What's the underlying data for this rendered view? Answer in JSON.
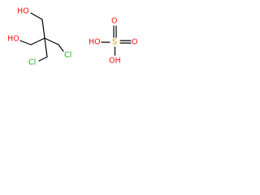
{
  "molecule_1": {
    "atoms": {
      "oh_top": "HO",
      "oh_left": "HO",
      "cl_right": "Cl",
      "cl_bottom": "Cl"
    }
  },
  "molecule_2": {
    "atoms": {
      "o_top": "O",
      "o_right": "O",
      "s_center": "S",
      "ho_left": "HO",
      "oh_bottom": "OH"
    }
  },
  "colors": {
    "oxygen": "#ff0d0d",
    "chlorine": "#1fb01f",
    "sulfur": "#c9a400",
    "bond": "#000000"
  }
}
